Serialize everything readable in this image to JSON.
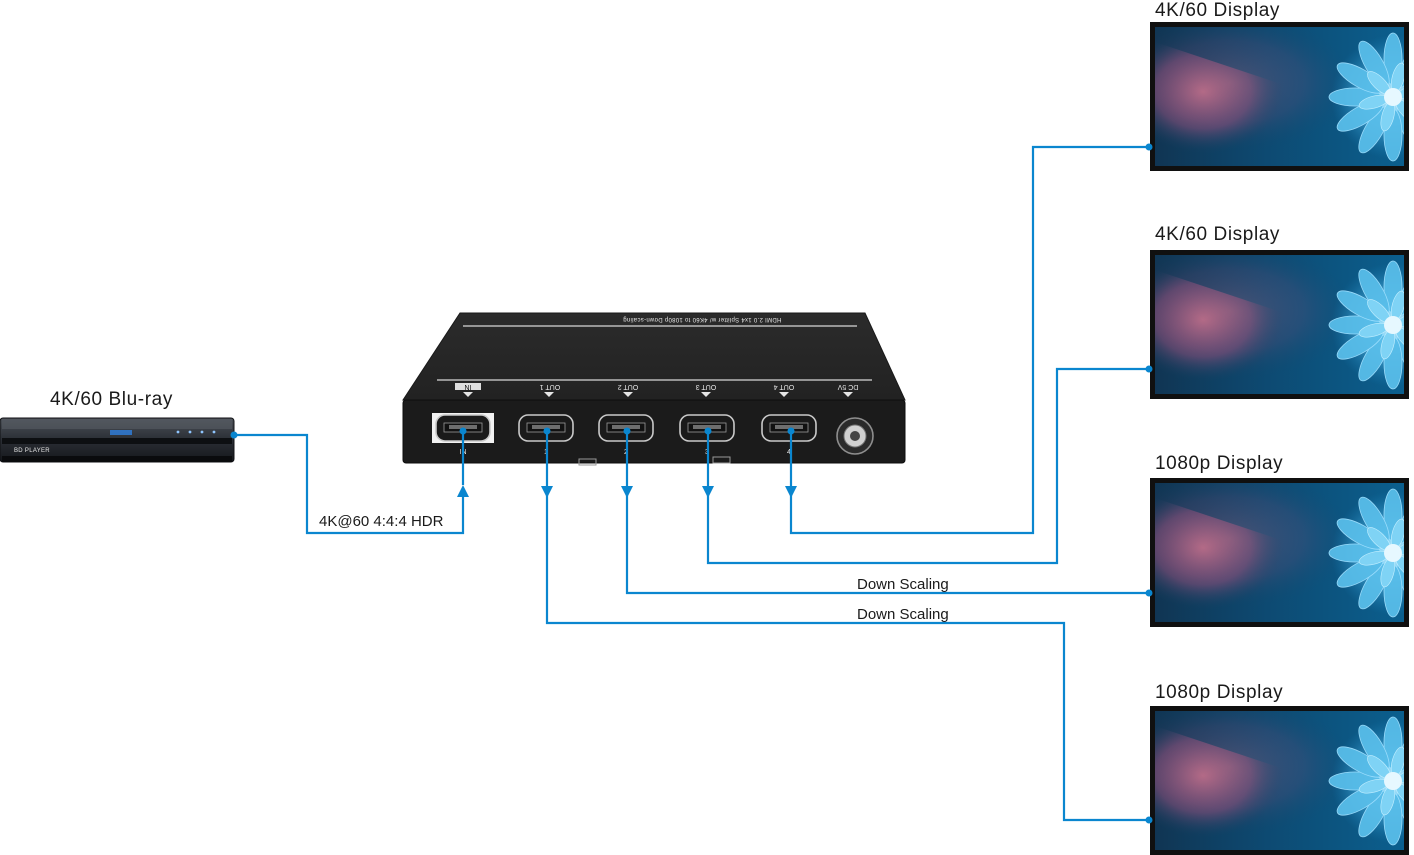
{
  "source": {
    "label": "4K/60 Blu-ray",
    "player_text": "BD PLAYER"
  },
  "source_link_label": "4K@60 4:4:4 HDR",
  "splitter": {
    "top_text": "HDMI 2.0 1x4 Splitter w/ 4K60 to 1080p Down-scaling",
    "port_labels": [
      "IN",
      "OUT 1",
      "OUT 2",
      "OUT 3",
      "OUT 4",
      "DC 5V"
    ],
    "port_numbers": [
      "IN",
      "1",
      "2",
      "3",
      "4"
    ]
  },
  "displays": [
    {
      "label": "4K/60 Display"
    },
    {
      "label": "4K/60 Display"
    },
    {
      "label": "1080p Display"
    },
    {
      "label": "1080p Display"
    }
  ],
  "link_labels": {
    "out2": "Down Scaling",
    "out1": "Down Scaling"
  },
  "colors": {
    "cable": "#0a86cf",
    "device_body": "#252525",
    "device_front": "#1b1b1b"
  }
}
